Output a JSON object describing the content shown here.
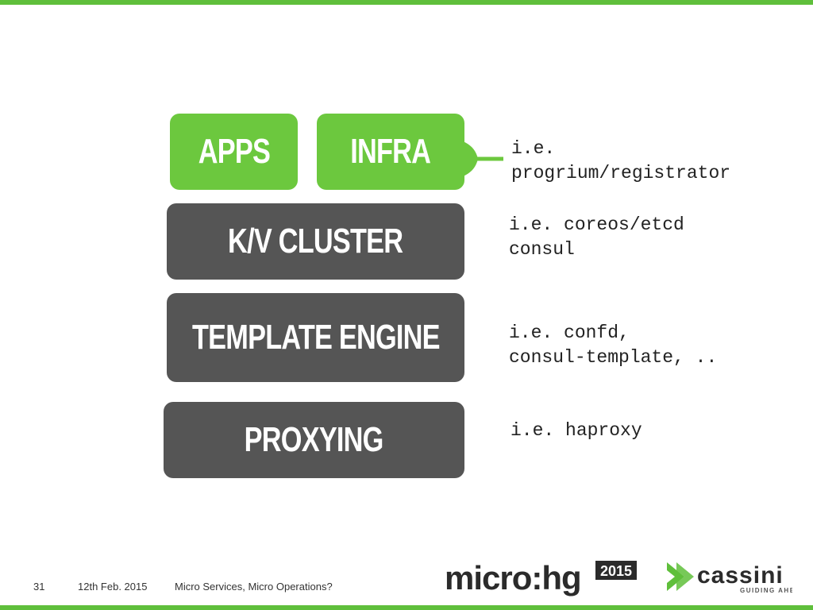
{
  "colors": {
    "accent": "#5fbf3b",
    "box_green": "#6cc83e",
    "box_dark": "#555555"
  },
  "stack": {
    "apps": "APPS",
    "infra": "INFRA",
    "kv_cluster": "K/V CLUSTER",
    "template_engine": "TEMPLATE ENGINE",
    "proxying": "PROXYING"
  },
  "notes": {
    "infra": "i.e.\nprogrium/registrator",
    "kv_cluster": "i.e. coreos/etcd\nconsul",
    "template_engine": "i.e. confd,\nconsul-template, ..",
    "proxying": "i.e. haproxy"
  },
  "footer": {
    "page_number": "31",
    "date": "12th Feb. 2015",
    "title": "Micro Services, Micro Operations?"
  },
  "logos": {
    "microxhg": "micro:hg",
    "microxhg_year": "2015",
    "cassini": "cassini",
    "cassini_tagline": "GUIDING AHEAD"
  }
}
